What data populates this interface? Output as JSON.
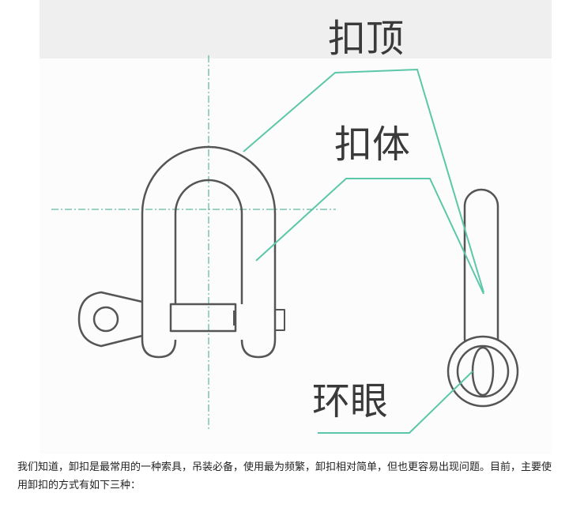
{
  "diagram": {
    "labels": {
      "crown": "扣顶",
      "body": "扣体",
      "eye": "环眼"
    },
    "colors": {
      "leader": "#5cc7a8",
      "centerline": "#3aa88a",
      "outline": "#555555",
      "label": "#3a3a3a",
      "band_bg": "#efefef"
    }
  },
  "caption": {
    "text": "我们知道，卸扣是最常用的一种索具，吊装必备，使用最为频繁，卸扣相对简单，但也更容易出现问题。目前，主要使用卸扣的方式有如下三种："
  }
}
